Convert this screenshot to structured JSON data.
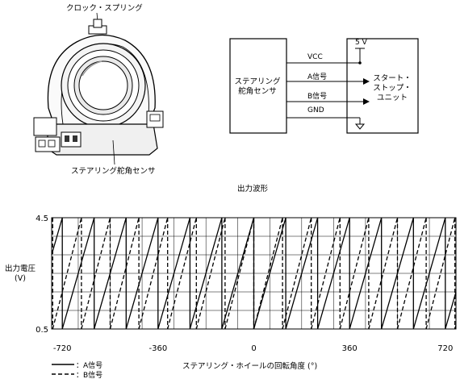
{
  "sensor_illustration": {
    "label_clock_spring": "クロック・スプリング",
    "label_sensor": "ステアリング舵角センサ"
  },
  "circuit": {
    "sensor_block_label_1": "ステアリング",
    "sensor_block_label_2": "舵角センサ",
    "unit_block_label_1": "スタート・",
    "unit_block_label_2": "ストップ・",
    "unit_block_label_3": "ユニット",
    "supply_label": "5 V",
    "lines": [
      {
        "label": "VCC"
      },
      {
        "label": "A信号"
      },
      {
        "label": "B信号"
      },
      {
        "label": "GND"
      }
    ]
  },
  "chart_data": {
    "type": "line",
    "title": "出力波形",
    "xlabel": "ステアリング・ホイールの回転角度 (°)",
    "ylabel_1": "出力電圧",
    "ylabel_2": "(V)",
    "xlim": [
      -760,
      760
    ],
    "ylim": [
      0.5,
      4.5
    ],
    "xticks": [
      "-720",
      "-360",
      "0",
      "360",
      "720"
    ],
    "xtick_values": [
      -720,
      -360,
      0,
      360,
      720
    ],
    "yticks": [
      "4.5",
      "0.5"
    ],
    "ytick_values": [
      4.5,
      0.5
    ],
    "grid": true,
    "series": [
      {
        "name": "A信号",
        "style": "solid",
        "period": 120,
        "phase": 0
      },
      {
        "name": "B信号",
        "style": "dashed",
        "period": 108,
        "phase": 0
      }
    ],
    "legend": [
      {
        "text": "：A信号",
        "style": "solid"
      },
      {
        "text": "：B信号",
        "style": "dashed"
      }
    ]
  }
}
